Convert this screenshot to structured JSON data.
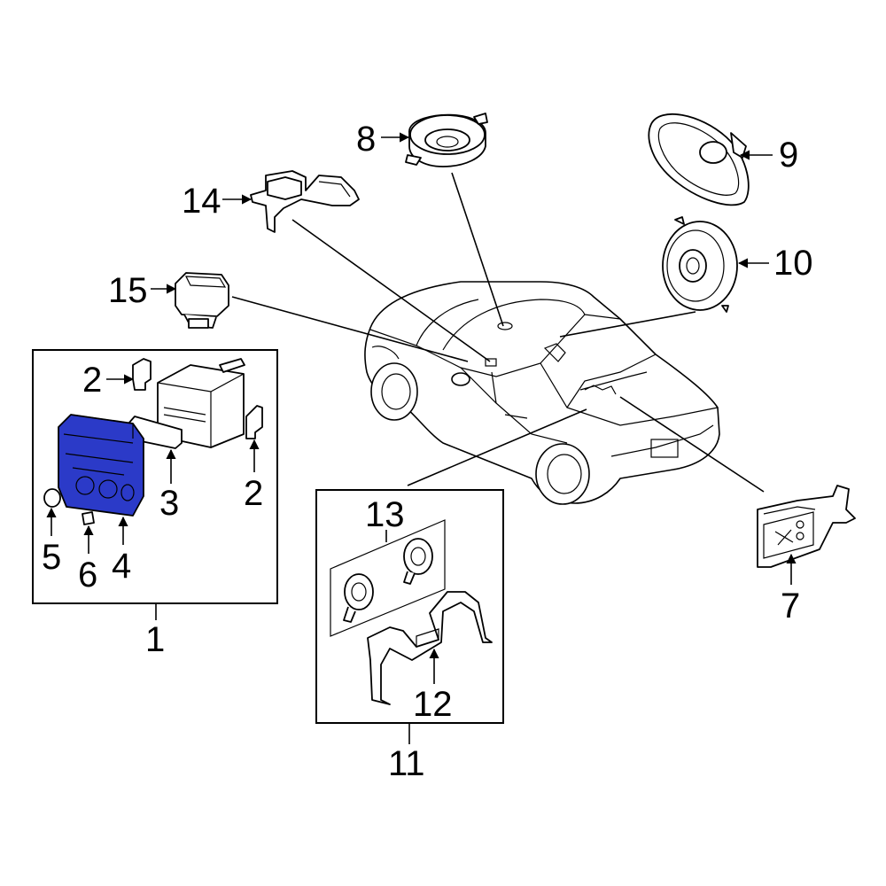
{
  "highlight_color": "#2b3ac8",
  "callouts": {
    "c1": "1",
    "c2a": "2",
    "c2b": "2",
    "c3": "3",
    "c4": "4",
    "c5": "5",
    "c6": "6",
    "c7": "7",
    "c8": "8",
    "c9": "9",
    "c10": "10",
    "c11": "11",
    "c12": "12",
    "c13": "13",
    "c14": "14",
    "c15": "15"
  },
  "parts": {
    "highlighted": "control-unit",
    "icons": [
      "control-unit-icon",
      "radio-receiver-icon",
      "speaker-icon",
      "amplifier-icon",
      "switch-icon",
      "bracket-icon",
      "vehicle-icon"
    ]
  }
}
